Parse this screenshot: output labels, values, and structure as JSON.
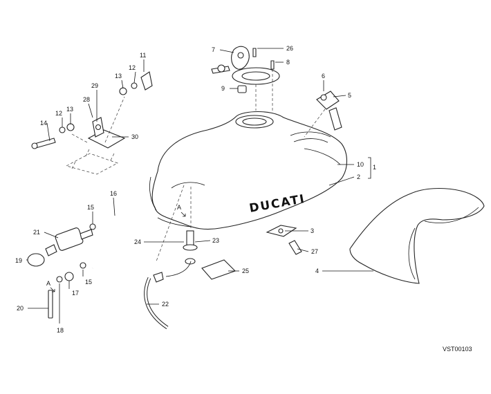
{
  "diagram": {
    "brand_text": "DUCATI",
    "reference_code": "VST00103",
    "ref_marks": [
      "A",
      "A"
    ],
    "callouts": [
      "1",
      "2",
      "3",
      "4",
      "5",
      "6",
      "7",
      "8",
      "9",
      "10",
      "11",
      "12",
      "12",
      "13",
      "13",
      "14",
      "15",
      "15",
      "16",
      "17",
      "18",
      "19",
      "20",
      "21",
      "22",
      "23",
      "24",
      "25",
      "26",
      "27",
      "28",
      "29",
      "30"
    ]
  }
}
